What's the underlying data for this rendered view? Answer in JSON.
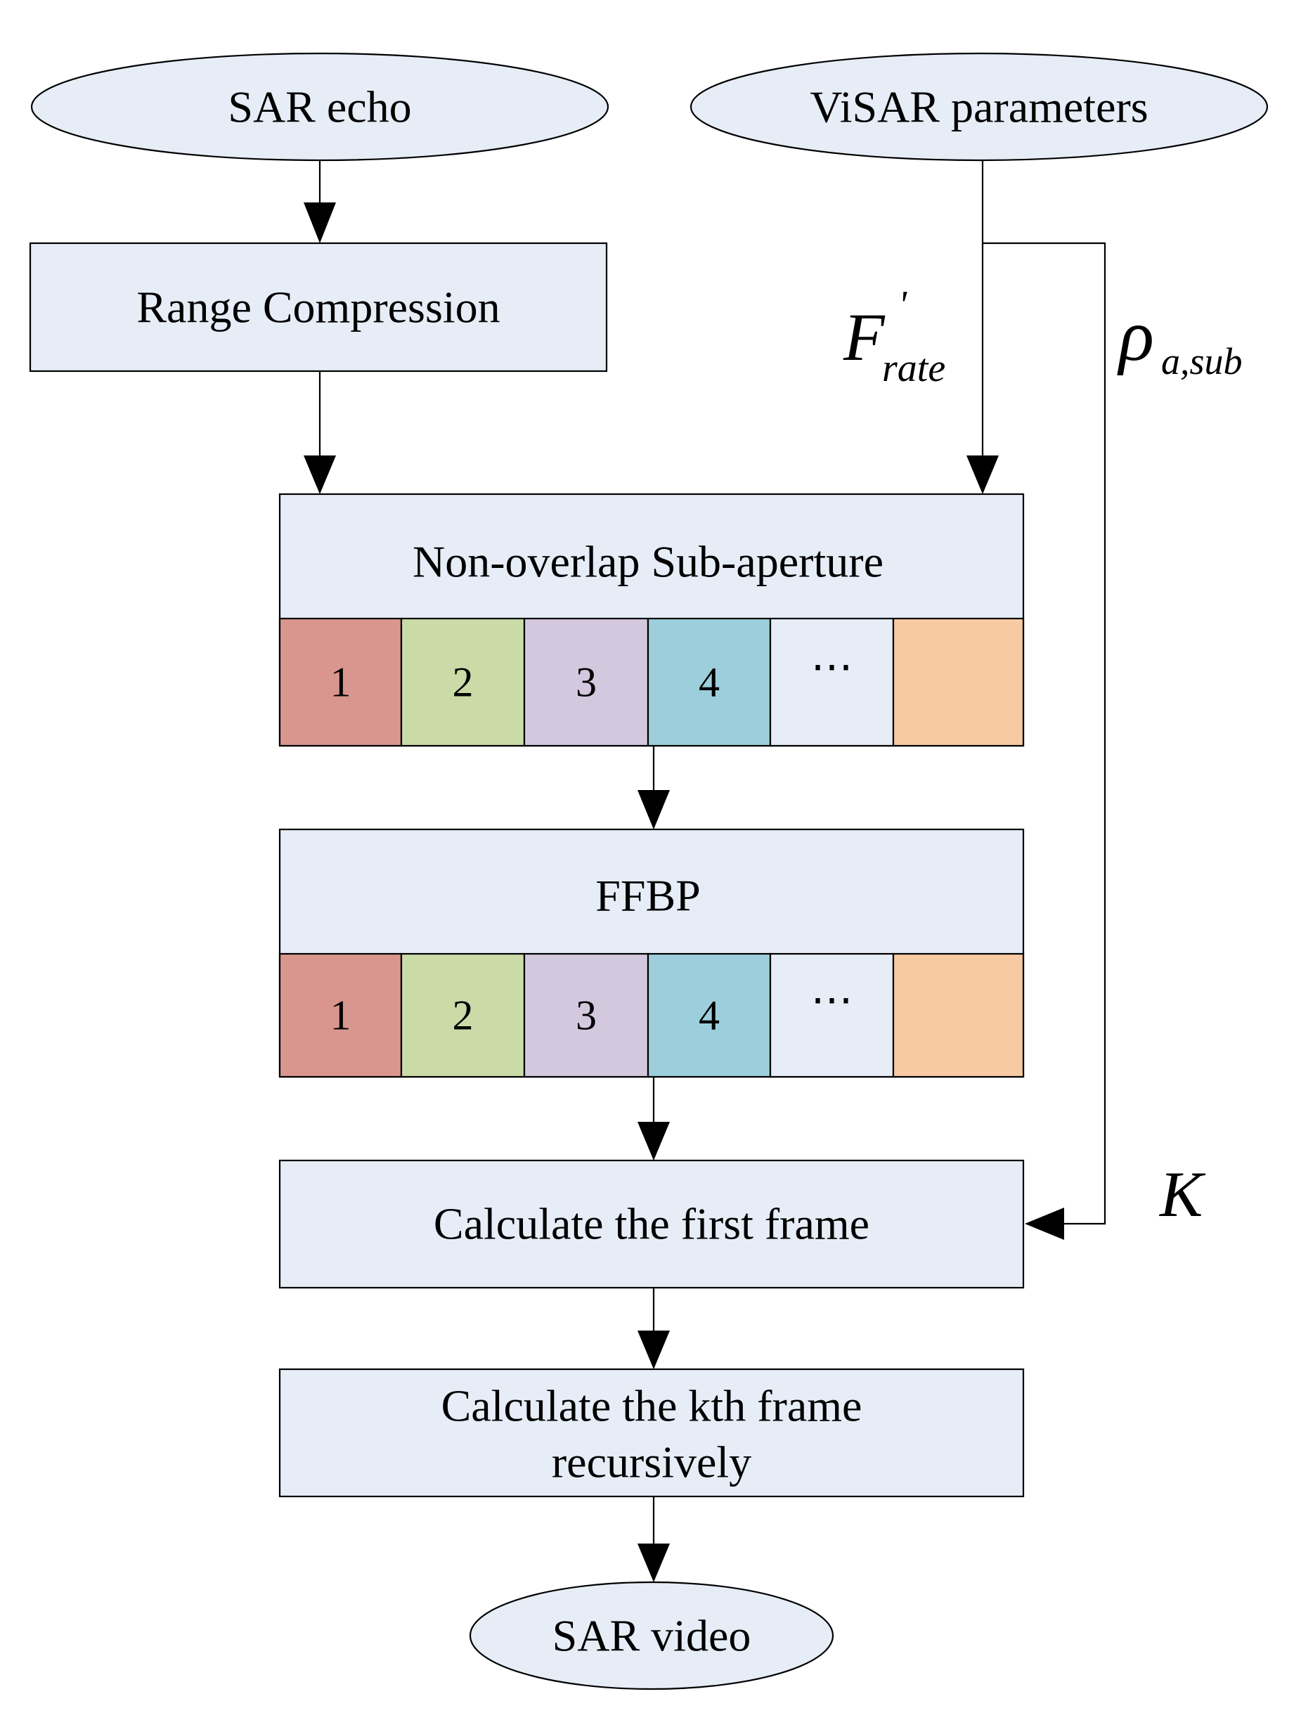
{
  "nodes": {
    "sar_echo": "SAR  echo",
    "visar_parameters": "ViSAR parameters",
    "range_compression": "Range Compression",
    "non_overlap": "Non-overlap Sub-aperture",
    "ffbp": "FFBP",
    "first_frame": "Calculate the first frame",
    "kth_frame_line1": "Calculate the kth frame",
    "kth_frame_line2": "recursively",
    "sar_video": "SAR video"
  },
  "segments": {
    "labels": [
      "1",
      "2",
      "3",
      "4",
      "⋯",
      ""
    ],
    "colors": [
      "#d9968f",
      "#cbdba8",
      "#d3c8de",
      "#9ccfdb",
      "#e6edf7",
      "#f8caa3"
    ]
  },
  "params": {
    "f_rate_symbol": "F",
    "f_rate_prime": "'",
    "f_rate_subscript": "rate",
    "rho_symbol": "ρ",
    "rho_subscript": "a,sub",
    "k_symbol": "K"
  },
  "colors": {
    "box_fill": "#e6edf7",
    "stroke": "#000000"
  }
}
